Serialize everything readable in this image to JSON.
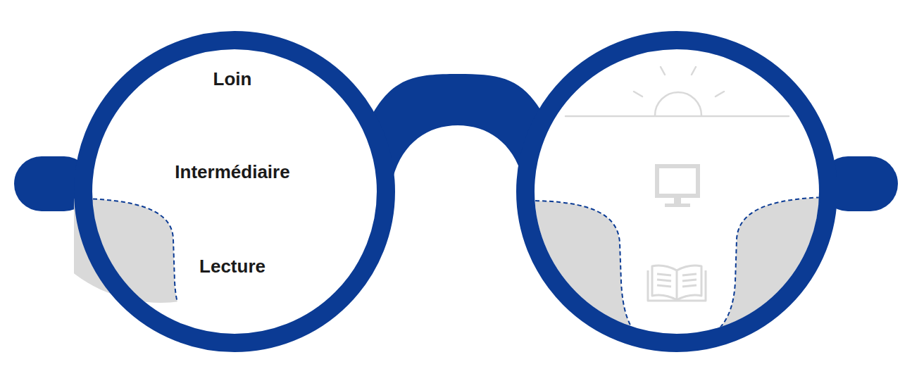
{
  "diagram": {
    "nodes": [
      {
        "text": [
          "Loin",
          "Intermédiaire",
          "Lecture"
        ]
      }
    ]
  }
}
